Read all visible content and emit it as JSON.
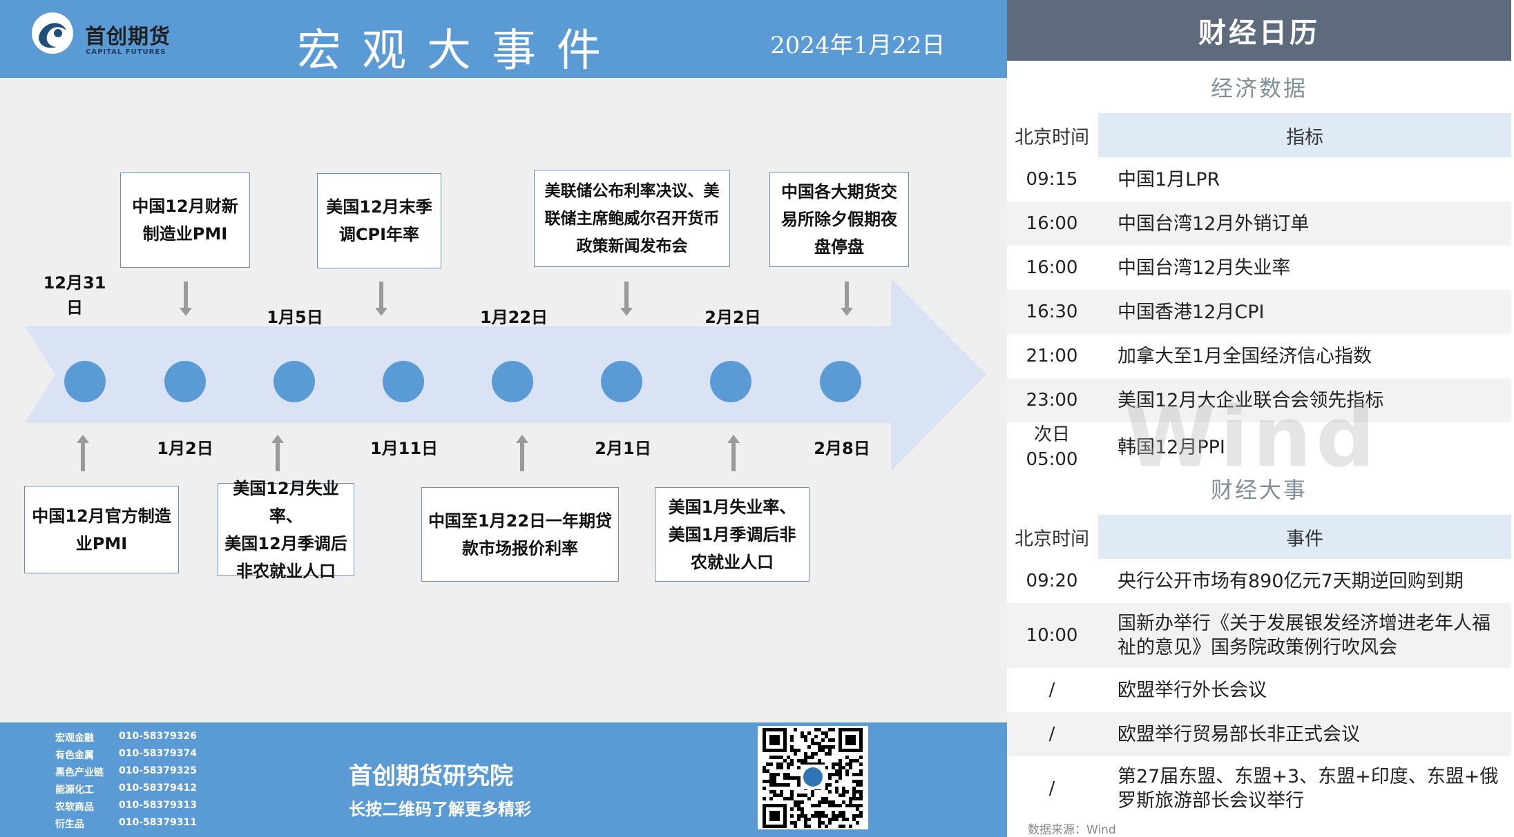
{
  "header": {
    "logo_cn": "首创期货",
    "logo_en": "CAPITAL FUTURES",
    "title": "宏观大事件",
    "date": "2024年1月22日"
  },
  "timeline": {
    "top_dates": [
      "12月31\n日",
      "1月5日",
      "1月22日",
      "2月2日"
    ],
    "bottom_dates": [
      "1月2日",
      "1月11日",
      "2月1日",
      "2月8日"
    ],
    "top_events": [
      "中国12月财新\n制造业PMI",
      "美国12月末季\n调CPI年率",
      "美联储公布利率决议、美\n联储主席鲍威尔召开货币\n政策新闻发布会",
      "中国各大期货交\n易所除夕假期夜\n盘停盘"
    ],
    "bottom_events": [
      "中国12月官方制造\n业PMI",
      "美国12月失业率、\n美国12月季调后\n非农就业人口",
      "中国至1月22日一年期贷\n款市场报价利率",
      "美国1月失业率、\n美国1月季调后非\n农就业人口"
    ]
  },
  "footer": {
    "contacts": [
      {
        "dept": "宏观金融",
        "phone": "010-58379326"
      },
      {
        "dept": "有色金属",
        "phone": "010-58379374"
      },
      {
        "dept": "黑色产业链",
        "phone": "010-58379325"
      },
      {
        "dept": "能源化工",
        "phone": "010-58379412"
      },
      {
        "dept": "农软商品",
        "phone": "010-58379313"
      },
      {
        "dept": "衍生品",
        "phone": "010-58379311"
      }
    ],
    "institute": "首创期货研究院",
    "slogan": "长按二维码了解更多精彩"
  },
  "calendar": {
    "title": "财经日历",
    "economic": {
      "section_title": "经济数据",
      "col_time": "北京时间",
      "col_item": "指标",
      "rows": [
        {
          "time": "09:15",
          "item": "中国1月LPR"
        },
        {
          "time": "16:00",
          "item": "中国台湾12月外销订单"
        },
        {
          "time": "16:00",
          "item": "中国台湾12月失业率"
        },
        {
          "time": "16:30",
          "item": "中国香港12月CPI"
        },
        {
          "time": "21:00",
          "item": "加拿大至1月全国经济信心指数"
        },
        {
          "time": "23:00",
          "item": "美国12月大企业联合会领先指标"
        },
        {
          "time": "次日\n05:00",
          "item": "韩国12月PPI"
        }
      ]
    },
    "events": {
      "section_title": "财经大事",
      "col_time": "北京时间",
      "col_item": "事件",
      "rows": [
        {
          "time": "09:20",
          "item": "央行公开市场有890亿元7天期逆回购到期"
        },
        {
          "time": "10:00",
          "item": "国新办举行《关于发展银发经济增进老年人福祉的意见》国务院政策例行吹风会"
        },
        {
          "time": "/",
          "item": "欧盟举行外长会议"
        },
        {
          "time": "/",
          "item": "欧盟举行贸易部长非正式会议"
        },
        {
          "time": "/",
          "item": "第27届东盟、东盟+3、东盟+印度、东盟+俄罗斯旅游部长会议举行"
        }
      ]
    },
    "watermark": "Wind",
    "source": "数据来源：Wind"
  },
  "colors": {
    "header_blue": "#5b9bd5",
    "arrow_fill": "#dae3f3",
    "dot_blue": "#5b9bd5",
    "calendar_header": "#5e6b7d"
  }
}
